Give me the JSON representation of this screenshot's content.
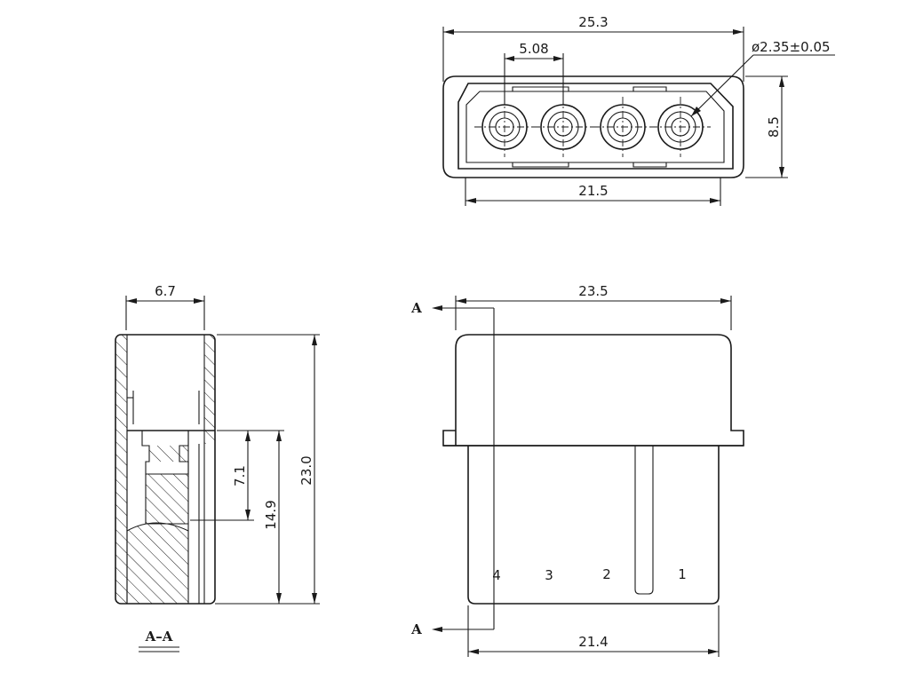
{
  "top_view": {
    "overall_width": "25.3",
    "pin_pitch": "5.08",
    "pin_diameter": "ø2.35±0.05",
    "height": "8.5",
    "inner_width": "21.5"
  },
  "section_view": {
    "width": "6.7",
    "depth_a": "7.1",
    "depth_b": "14.9",
    "overall_height": "23.0",
    "caption": "A–A"
  },
  "front_view": {
    "overall_width": "23.5",
    "bottom_width": "21.4",
    "section_marker_top": "A",
    "section_marker_bottom": "A",
    "pin_numbers": [
      "4",
      "3",
      "2",
      "1"
    ]
  },
  "colors": {
    "line": "#1a1a1a",
    "background": "#ffffff"
  }
}
